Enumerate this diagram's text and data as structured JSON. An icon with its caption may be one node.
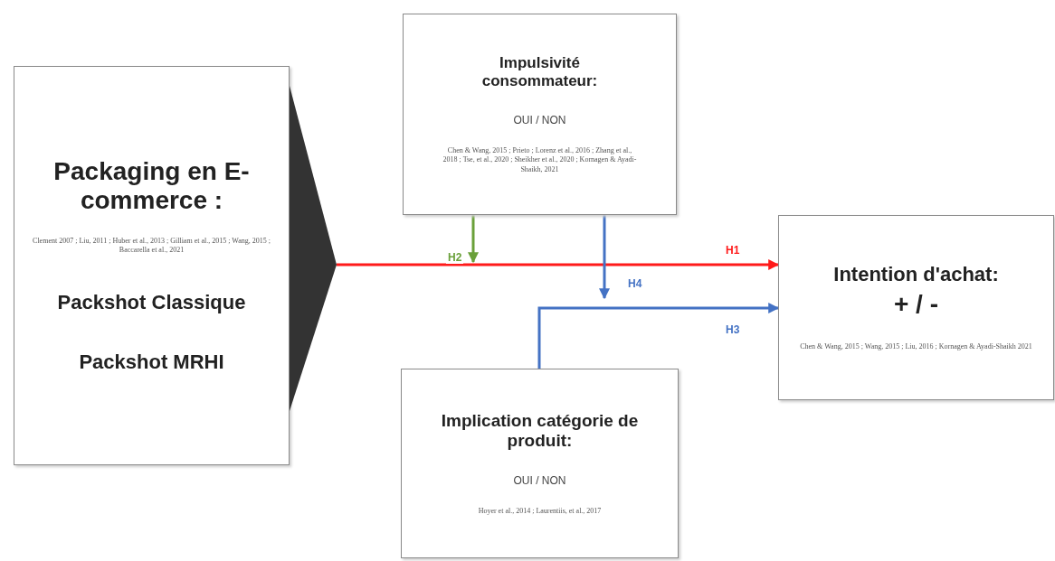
{
  "diagram": {
    "nodes": [
      {
        "text": [
          "Packaging en E-commerce :",
          "Clement 2007 ; Liu, 2011 ; Huber et al., 2013 ; Gilliam et al., 2015 ; Wang, 2015 ; Baccarella et al., 2021",
          "Packshot Classique",
          "Packshot MRHI"
        ]
      },
      {
        "text": [],
        "shape": "triangle"
      },
      {
        "text": [
          "Impulsivité consommateur:",
          "OUI / NON",
          "Chen & Wang, 2015 ; Prieto ; Lorenz et al., 2016 ; Zhang et al., 2018 ; Tse, et al., 2020 ; Sheikher et al., 2020 ; Kornagen & Ayadi-Shaikh, 2021"
        ]
      },
      {
        "text": [
          "Intention d'achat:",
          "+ / -",
          "Chen & Wang, 2015 ; Wang, 2015 ; Liu, 2016 ; Kornagen & Ayadi-Shaikh 2021"
        ]
      },
      {
        "text": [
          "Implication catégorie de produit:",
          "OUI / NON",
          "Hoyer et al., 2014 ; Laurentiis, et al., 2017"
        ]
      }
    ],
    "edges": [
      {
        "from": 1,
        "to": 3,
        "arrow": "to",
        "label": "H1",
        "color": "#ff1a1a"
      },
      {
        "from": 2,
        "to": null,
        "arrow": "to",
        "label": "H2",
        "color": "#6aa03a"
      },
      {
        "from": 2,
        "to": null,
        "arrow": "to",
        "label": "H4"
      },
      {
        "from": 4,
        "to": 3,
        "arrow": "to",
        "label": "H3"
      }
    ]
  }
}
